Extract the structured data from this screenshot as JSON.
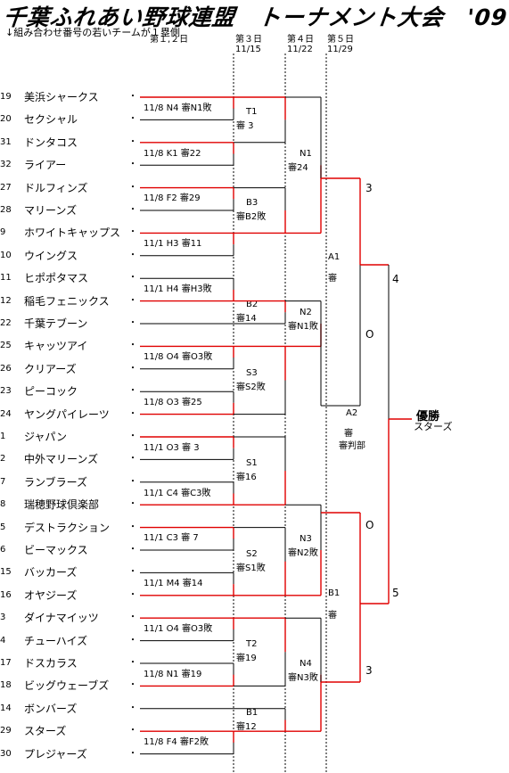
{
  "header": {
    "title": "千葉ふれあい野球連盟　トーナメント大会　'09",
    "note": "↓組み合わせ番号の若いチームが１塁側"
  },
  "rounds": [
    {
      "name": "第１,２日",
      "date": ""
    },
    {
      "name": "第３日",
      "date": "11/15"
    },
    {
      "name": "第４日",
      "date": "11/22"
    },
    {
      "name": "第５日",
      "date": "11/29"
    }
  ],
  "teams": [
    {
      "num": "19",
      "name": "美浜シャークス"
    },
    {
      "num": "20",
      "name": "セクシャル"
    },
    {
      "num": "31",
      "name": "ドンタコス"
    },
    {
      "num": "32",
      "name": "ライアー"
    },
    {
      "num": "27",
      "name": "ドルフィンズ"
    },
    {
      "num": "28",
      "name": "マリーンズ"
    },
    {
      "num": "9",
      "name": "ホワイトキャップス"
    },
    {
      "num": "10",
      "name": "ウイングス"
    },
    {
      "num": "11",
      "name": "ヒポポタマス"
    },
    {
      "num": "12",
      "name": "稲毛フェニックス"
    },
    {
      "num": "22",
      "name": "千葉テブーン"
    },
    {
      "num": "25",
      "name": "キャッツアイ"
    },
    {
      "num": "26",
      "name": "クリアーズ"
    },
    {
      "num": "23",
      "name": "ピーコック"
    },
    {
      "num": "24",
      "name": "ヤングパイレーツ"
    },
    {
      "num": "1",
      "name": "ジャパン"
    },
    {
      "num": "2",
      "name": "中外マリーンズ"
    },
    {
      "num": "7",
      "name": "ランブラーズ"
    },
    {
      "num": "8",
      "name": "瑞穂野球倶楽部"
    },
    {
      "num": "5",
      "name": "デストラクション"
    },
    {
      "num": "6",
      "name": "ビーマックス"
    },
    {
      "num": "15",
      "name": "バッカーズ"
    },
    {
      "num": "16",
      "name": "オヤジーズ"
    },
    {
      "num": "3",
      "name": "ダイナマイッツ"
    },
    {
      "num": "4",
      "name": "チューハイズ"
    },
    {
      "num": "17",
      "name": "ドスカラス"
    },
    {
      "num": "18",
      "name": "ビッグウェーブズ"
    },
    {
      "num": "14",
      "name": "ボンバーズ"
    },
    {
      "num": "29",
      "name": "スターズ"
    },
    {
      "num": "30",
      "name": "プレジャーズ"
    }
  ],
  "round1_games": [
    "11/8 N4 審N1敗",
    "11/8 K1 審22",
    "11/8 F2 審29",
    "11/1 H3 審11",
    "11/1 H4 審H3敗",
    "11/8 O4 審O3敗",
    "11/8 O3 審25",
    "11/1 O3 審 3",
    "11/1 C4 審C3敗",
    "11/1 C3 審 7",
    "11/1 M4 審14",
    "11/1 O4 審O3敗",
    "11/8 N1 審19",
    "11/8 F4 審F2敗"
  ],
  "round2_games": [
    {
      "field": "T1",
      "ump": "審 3"
    },
    {
      "field": "B3",
      "ump": "審B2敗"
    },
    {
      "field": "B2",
      "ump": "審14"
    },
    {
      "field": "S3",
      "ump": "審S2敗"
    },
    {
      "field": "S1",
      "ump": "審16"
    },
    {
      "field": "S2",
      "ump": "審S1敗"
    },
    {
      "field": "T2",
      "ump": "審19"
    },
    {
      "field": "B1",
      "ump": "審12"
    }
  ],
  "round3_games": [
    {
      "field": "N1",
      "ump": "審24"
    },
    {
      "field": "N2",
      "ump": "審N1敗"
    },
    {
      "field": "N3",
      "ump": "審N2敗"
    },
    {
      "field": "N4",
      "ump": "審N3敗"
    }
  ],
  "round4_games": [
    {
      "field": "A1",
      "ump": "審"
    },
    {
      "field": "B1",
      "ump": "審"
    }
  ],
  "round5_marks": [
    "3",
    "O",
    "O",
    "3"
  ],
  "semi_marks": [
    "4",
    "5"
  ],
  "final_game": {
    "field": "A2",
    "ump": "審",
    "ump2": "審判部"
  },
  "champion": {
    "label": "優勝",
    "team": "スターズ"
  },
  "colors": {
    "winner_line": "#e00000",
    "line": "#000000"
  }
}
